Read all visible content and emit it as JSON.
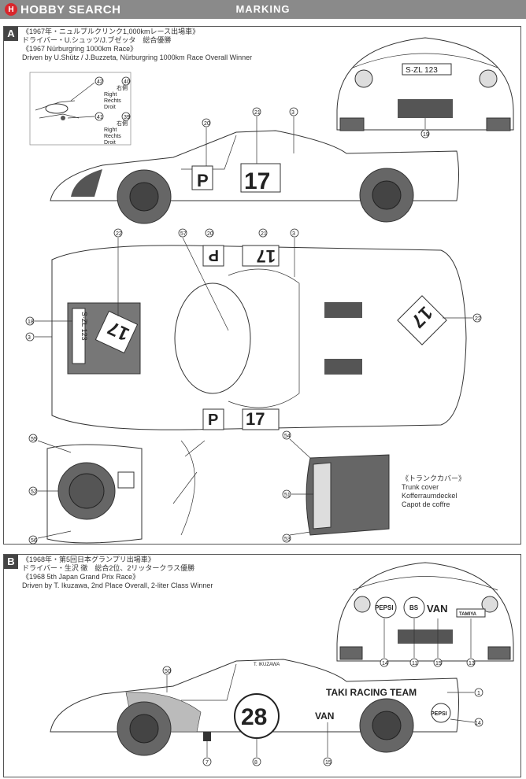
{
  "header": {
    "logo_mark": "H",
    "logo_text": "HOBBY SEARCH",
    "title": "MARKING"
  },
  "section_a": {
    "badge": "A",
    "caption": [
      "《1967年・ニュルブルクリンク1,000kmレース出場車》",
      "ドライバー・U.シュッツ/J.ブゼッタ　総合優勝",
      "《1967 Nürburgring 1000km Race》",
      "Driven by U.Shütz / J.Buzzeta, Nürburgring 1000km Race Overall Winner"
    ],
    "mirror_labels": {
      "right_jp": "右側",
      "right_en": "Right",
      "right_de": "Rechts",
      "right_fr": "Droit"
    },
    "plate": "S·ZL 123",
    "number": "17",
    "letter": "P",
    "callouts": [
      "42",
      "40",
      "41",
      "39",
      "20",
      "21",
      "3",
      "19",
      "22",
      "57",
      "20",
      "21",
      "3",
      "18",
      "3",
      "22",
      "55",
      "52",
      "56",
      "54",
      "51",
      "53"
    ]
  },
  "trunk_cover": {
    "jp": "《トランクカバー》",
    "en": "Trunk cover",
    "de": "Kofferraumdeckel",
    "fr": "Capot de coffre"
  },
  "section_b": {
    "badge": "B",
    "caption": [
      "《1968年・第5回日本グランプリ出場車》",
      "ドライバー・生沢 徹　総合2位、2リッタークラス優勝",
      "《1968 5th Japan Grand Prix Race》",
      "Driven by T. Ikuzawa, 2nd Place Overall, 2-liter Class Winner"
    ],
    "team_name": "TAKI RACING TEAM",
    "number": "28",
    "driver": "T. IKUZAWA",
    "sponsors": [
      "PEPSI",
      "BS",
      "VAN",
      "TAMIYA"
    ],
    "callouts": [
      "14",
      "11",
      "15",
      "13",
      "50",
      "1",
      "14",
      "7",
      "8",
      "15"
    ]
  }
}
